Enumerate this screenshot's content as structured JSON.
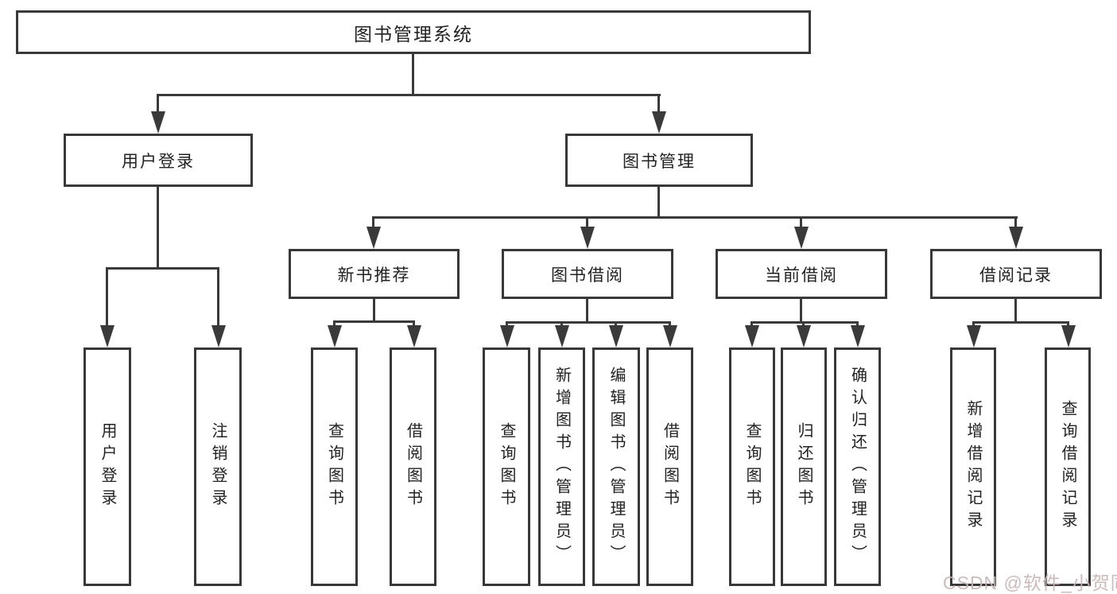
{
  "diagram_type": "hierarchy-tree",
  "colors": {
    "line": "#3a3a3a",
    "box_border": "#383838",
    "text": "#222222",
    "watermark": "#c9b5b5",
    "background": "#ffffff"
  },
  "tree": {
    "root": {
      "label": "图书管理系统"
    },
    "branches": [
      {
        "label": "用户登录",
        "children": [
          {
            "label": "用户登录"
          },
          {
            "label": "注销登录"
          }
        ]
      },
      {
        "label": "图书管理",
        "children": [
          {
            "label": "新书推荐",
            "children": [
              {
                "label": "查询图书"
              },
              {
                "label": "借阅图书"
              }
            ]
          },
          {
            "label": "图书借阅",
            "children": [
              {
                "label": "查询图书"
              },
              {
                "label": "新增图书（管理员）"
              },
              {
                "label": "编辑图书（管理员）"
              },
              {
                "label": "借阅图书"
              }
            ]
          },
          {
            "label": "当前借阅",
            "children": [
              {
                "label": "查询图书"
              },
              {
                "label": "归还图书"
              },
              {
                "label": "确认归还（管理员）"
              }
            ]
          },
          {
            "label": "借阅记录",
            "children": [
              {
                "label": "新增借阅记录"
              },
              {
                "label": "查询借阅记录"
              }
            ]
          }
        ]
      }
    ]
  },
  "watermark": {
    "text": "CSDN @软件_小贺同学"
  }
}
